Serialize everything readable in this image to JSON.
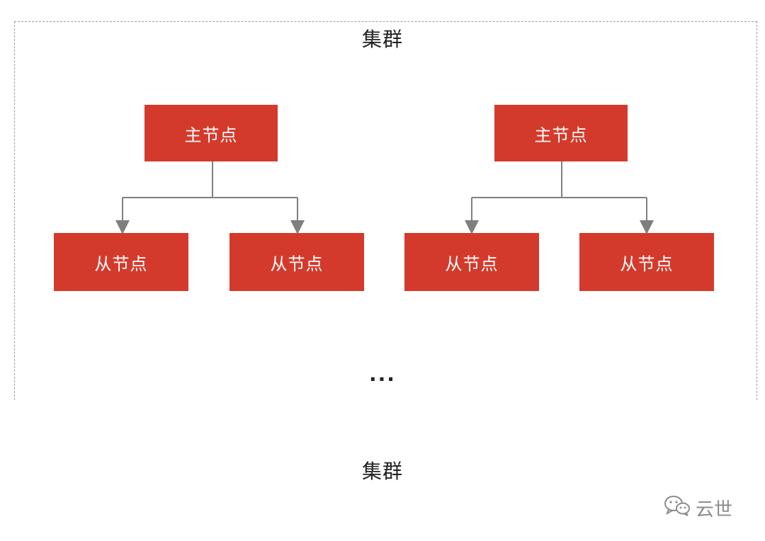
{
  "cluster": {
    "title": "集群",
    "ellipsis": "..."
  },
  "groups": [
    {
      "master": "主节点",
      "slaves": [
        "从节点",
        "从节点"
      ]
    },
    {
      "master": "主节点",
      "slaves": [
        "从节点",
        "从节点"
      ]
    }
  ],
  "caption": "集群",
  "watermark": {
    "icon": "wechat-icon",
    "text": "云世"
  },
  "colors": {
    "node_fill": "#d43a2b",
    "node_text": "#ffffff",
    "connector": "#7f7f7f",
    "border": "#9a9a9a"
  }
}
